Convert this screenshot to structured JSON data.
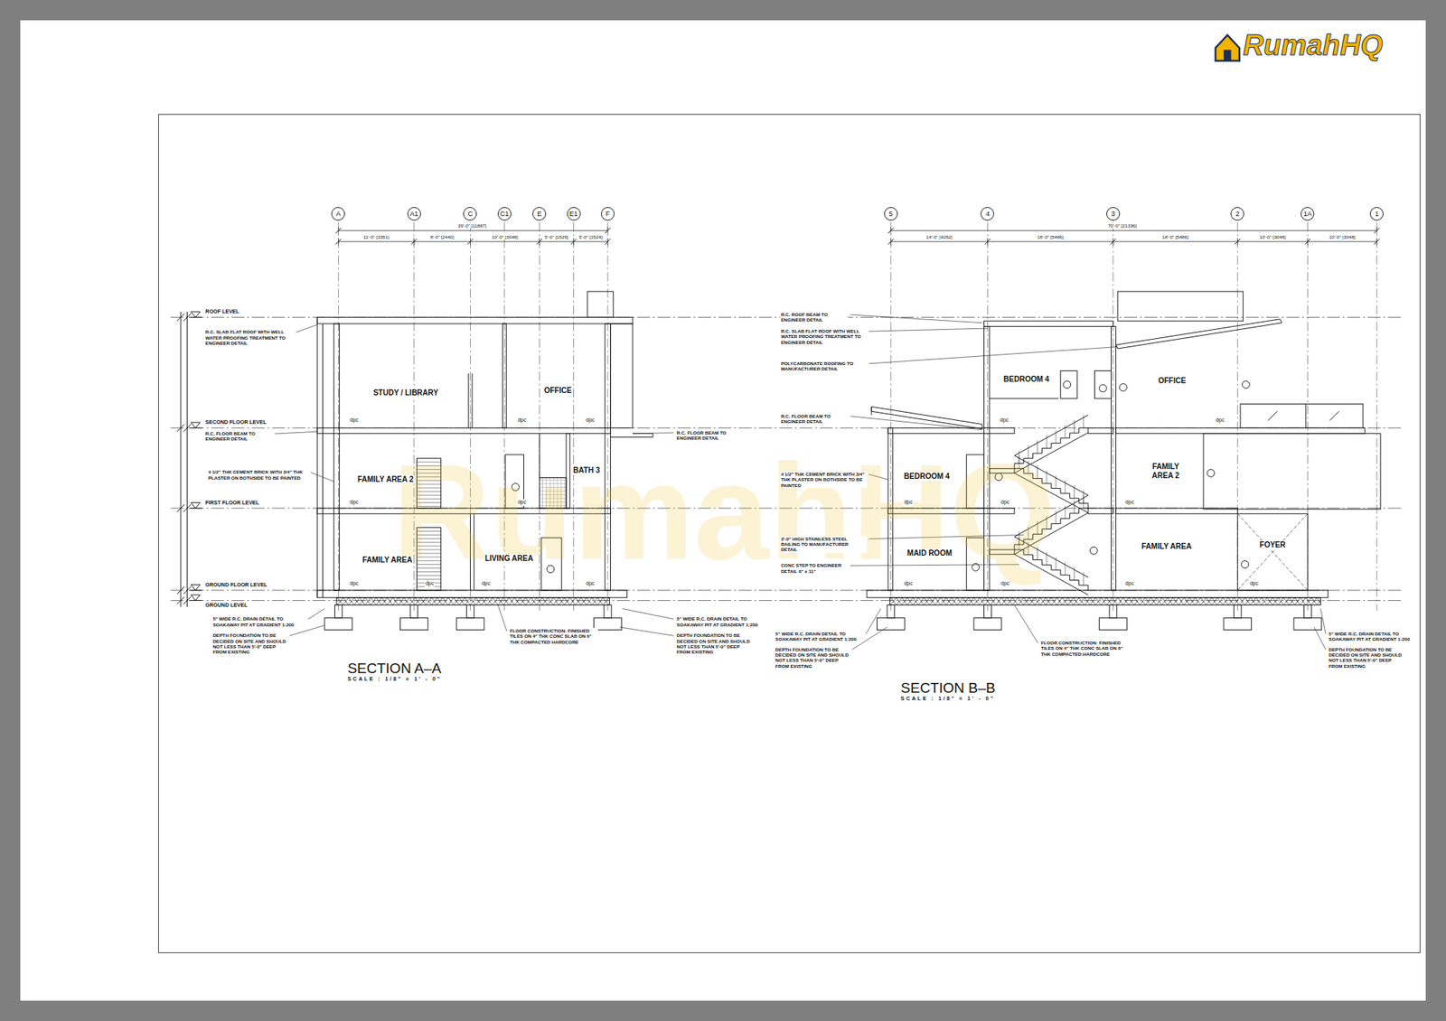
{
  "diagram": {
    "nodes": [
      {
        "text": [
          "A"
        ]
      },
      {
        "text": [
          "A1"
        ]
      },
      {
        "text": [
          "C"
        ]
      },
      {
        "text": [
          "C1"
        ]
      },
      {
        "text": [
          "E"
        ]
      },
      {
        "text": [
          "E1"
        ]
      },
      {
        "text": [
          "F"
        ]
      },
      {
        "text": [
          "5"
        ]
      },
      {
        "text": [
          "4"
        ]
      },
      {
        "text": [
          "3"
        ]
      },
      {
        "text": [
          "2"
        ]
      },
      {
        "text": [
          "1A"
        ]
      },
      {
        "text": [
          "1"
        ]
      }
    ],
    "labels": [
      "ROOF LEVEL",
      "SECOND FLOOR LEVEL",
      "FIRST FLOOR LEVEL",
      "GROUND FLOOR LEVEL",
      "GROUND LEVEL",
      "39'-0\" [11887]",
      "11'-0\" [3351]",
      "8'-0\" [2440]",
      "10'-0\" [3048]",
      "5'-0\" [1526]",
      "5'-0\" [1524]",
      "STUDY / LIBRARY",
      "OFFICE",
      "FAMILY AREA 2",
      "BATH 3",
      "FAMILY AREA",
      "LIVING AREA",
      "dpc",
      "dpc",
      "dpc",
      "dpc",
      "dpc",
      "dpc",
      "dpc",
      "dpc",
      "dpc",
      "R.C. SLAB FLAT ROOF WITH WELL WATER PROOFING TREATMENT TO ENGINEER DETAIL",
      "R.C. FLOOR BEAM TO ENGINEER DETAIL",
      "4 1/2\" THK CEMENT BRICK WITH 3/4\" THK PLASTER ON BOTHSIDE TO BE PAINTED",
      "R.C. FLOOR BEAM TO ENGINEER DETAIL",
      "5\" WIDE R.C. DRAIN DETAIL TO SOAKAWAY PIT AT GRADIENT 1:200",
      "DEPTH FOUNDATION TO BE DECIDED ON SITE AND SHOULD NOT LESS THAN 5'-0\" DEEP FROM EXISTING",
      "FLOOR CONSTRUCTION: FINISHED TILES ON 4\" THK CONC SLAB ON 6\" THK COMPACTED HARDCORE",
      "5\" WIDE R.C. DRAIN DETAIL TO SOAKAWAY PIT AT GRADIENT 1:200",
      "DEPTH FOUNDATION TO BE DECIDED ON SITE AND SHOULD NOT LESS THAN 5'-0\" DEEP FROM EXISTING",
      "SECTION A–A",
      "SCALE : 1/8\" = 1' - 0\"",
      "70'-0\" [21336]",
      "14'-0\" [4262]",
      "18'-0\" [5486]",
      "18'-0\" [5486]",
      "10'-0\" [3048]",
      "10'-0\" [3048]",
      "BEDROOM 4",
      "OFFICE",
      "BEDROOM 4",
      "FAMILY AREA 2",
      "MAID ROOM",
      "FAMILY AREA",
      "FOYER",
      "dpc",
      "dpc",
      "dpc",
      "dpc",
      "dpc",
      "dpc",
      "dpc",
      "dpc",
      "dpc",
      "R.C. ROOF BEAM TO ENGINEER DETAIL",
      "R.C. SLAB FLAT ROOF WITH WELL WATER PROOFING TREATMENT TO ENGINEER DETAIL",
      "POLYCARBONATE ROOFING TO MANUFACTURER DETAIL",
      "R.C. FLOOR BEAM TO ENGINEER DETAIL",
      "4 1/2\" THK CEMENT BRICK WITH 3/4\" THK PLASTER ON BOTHSIDE TO BE PAINTED",
      "3'-0\" HIGH STAINLESS STEEL RAILING TO MANUFACTURER DETAIL",
      "CONC STEP TO ENGINEER DETAIL 6\" x 11\"",
      "5\" WIDE R.C. DRAIN DETAIL TO SOAKAWAY PIT AT GRADIENT 1:200",
      "DEPTH FOUNDATION TO BE DECIDED ON SITE AND SHOULD NOT LESS THAN 5'-0\" DEEP FROM EXISTING",
      "FLOOR CONSTRUCTION: FINISHED TILES ON 4\" THK CONC SLAB ON 6\" THK COMPACTED HARDCORE",
      "5\" WIDE R.C. DRAIN DETAIL TO SOAKAWAY PIT AT GRADIENT 1:200",
      "DEPTH FOUNDATION TO BE DECIDED ON SITE AND SHOULD NOT LESS THAN 5'-0\" DEEP FROM EXISTING",
      "SECTION B–B",
      "SCALE : 1/8\" = 1' - 0\"",
      "RumahHQ",
      "RumahHQ"
    ]
  }
}
